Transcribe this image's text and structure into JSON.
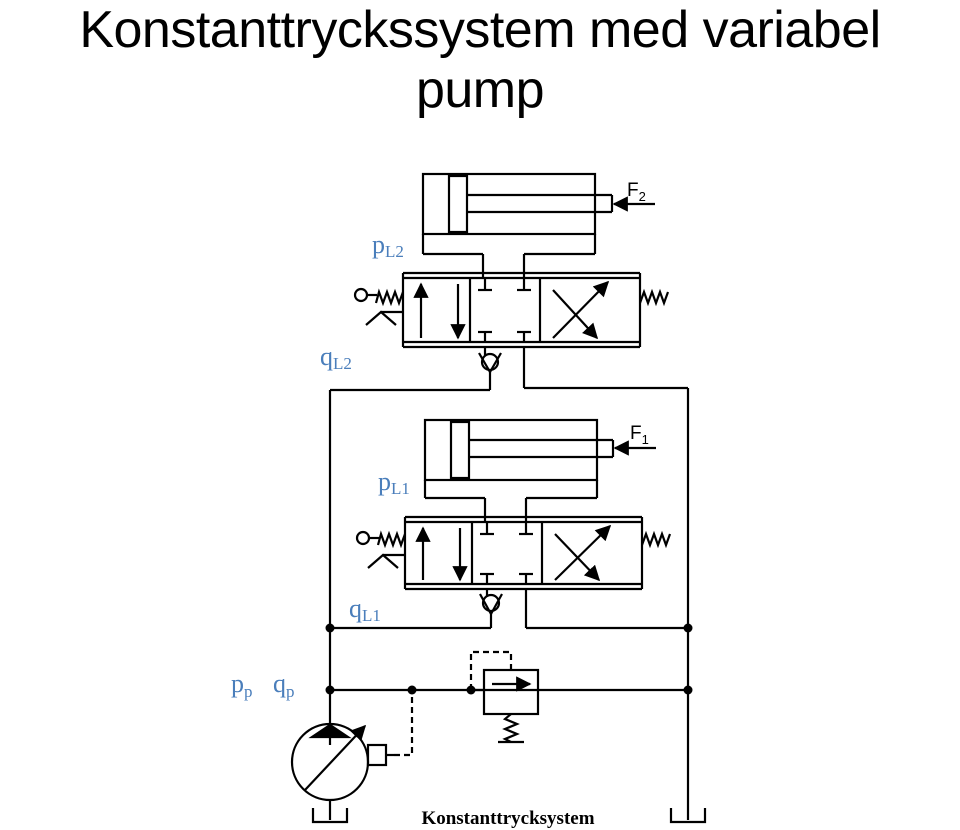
{
  "title": {
    "line1": "Konstanttryckssystem med variabel",
    "line2": "pump"
  },
  "labels": {
    "pL2_main": "p",
    "pL2_sub": "L2",
    "qL2_main": "q",
    "qL2_sub": "L2",
    "pL1_main": "p",
    "pL1_sub": "L1",
    "qL1_main": "q",
    "qL1_sub": "L1",
    "pp_main": "p",
    "pp_sub": "p",
    "qp_main": "q",
    "qp_sub": "p",
    "F2_main": "F",
    "F2_sub": "2",
    "F1_main": "F",
    "F1_sub": "1"
  },
  "caption": "Konstanttrycksystem",
  "colors": {
    "label": "#4a7ebb",
    "line": "#000000"
  }
}
